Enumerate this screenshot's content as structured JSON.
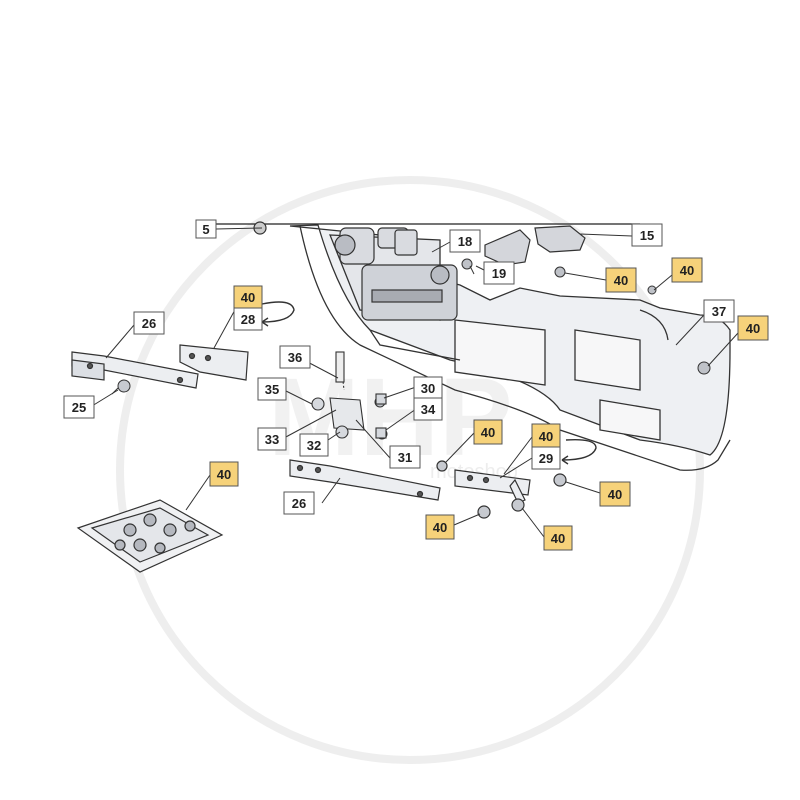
{
  "diagram": {
    "highlight_color": "#f6d27a",
    "box_border_color": "#555555",
    "line_color": "#333333",
    "watermark": {
      "logo_text": "MHP",
      "url_text": "motoshop"
    },
    "callouts": [
      {
        "id": "c5",
        "label": "5",
        "highlighted": false
      },
      {
        "id": "c18",
        "label": "18",
        "highlighted": false
      },
      {
        "id": "c15",
        "label": "15",
        "highlighted": false
      },
      {
        "id": "c19",
        "label": "19",
        "highlighted": false
      },
      {
        "id": "c40a",
        "label": "40",
        "highlighted": true
      },
      {
        "id": "c40b",
        "label": "40",
        "highlighted": true
      },
      {
        "id": "c37",
        "label": "37",
        "highlighted": false
      },
      {
        "id": "c40c",
        "label": "40",
        "highlighted": true
      },
      {
        "id": "c40d",
        "label": "40",
        "highlighted": true
      },
      {
        "id": "c28",
        "label": "28",
        "highlighted": false
      },
      {
        "id": "c26a",
        "label": "26",
        "highlighted": false
      },
      {
        "id": "c36",
        "label": "36",
        "highlighted": false
      },
      {
        "id": "c35",
        "label": "35",
        "highlighted": false
      },
      {
        "id": "c30",
        "label": "30",
        "highlighted": false
      },
      {
        "id": "c25",
        "label": "25",
        "highlighted": false
      },
      {
        "id": "c34",
        "label": "34",
        "highlighted": false
      },
      {
        "id": "c33",
        "label": "33",
        "highlighted": false
      },
      {
        "id": "c32",
        "label": "32",
        "highlighted": false
      },
      {
        "id": "c31",
        "label": "31",
        "highlighted": false
      },
      {
        "id": "c40e",
        "label": "40",
        "highlighted": true
      },
      {
        "id": "c40f",
        "label": "40",
        "highlighted": true
      },
      {
        "id": "c29",
        "label": "29",
        "highlighted": false
      },
      {
        "id": "c40g",
        "label": "40",
        "highlighted": true
      },
      {
        "id": "c26b",
        "label": "26",
        "highlighted": false
      },
      {
        "id": "c40h",
        "label": "40",
        "highlighted": true
      },
      {
        "id": "c40i",
        "label": "40",
        "highlighted": true
      },
      {
        "id": "c40j",
        "label": "40",
        "highlighted": true
      }
    ]
  }
}
